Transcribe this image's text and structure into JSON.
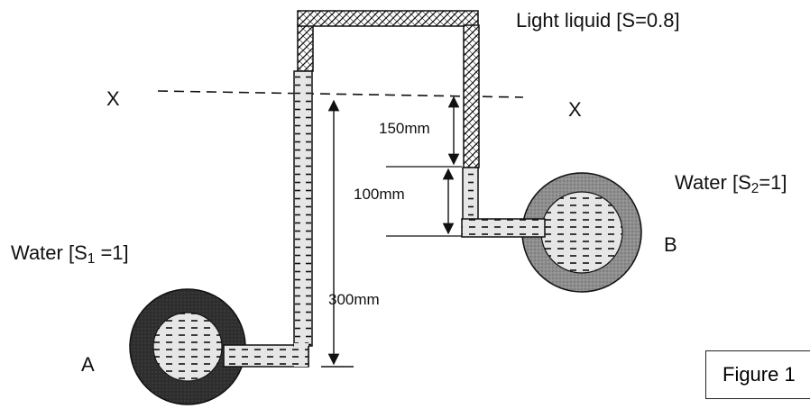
{
  "diagram": {
    "light_liquid_label": "Light liquid [S=0.8]",
    "water_left": {
      "prefix": "Water [S",
      "sub": "1",
      "suffix": " =1]"
    },
    "water_right": {
      "prefix": "Water [S",
      "sub": "2",
      "suffix": "=1]"
    },
    "section_left": "X",
    "section_right": "X",
    "pipe_a": "A",
    "pipe_b": "B",
    "dim_150": "150mm",
    "dim_100": "100mm",
    "dim_300": "300mm",
    "figure_label": "Figure 1"
  },
  "colors": {
    "water_fill": "#e4e4e4",
    "pipe_a_ring": "#2a2a2a",
    "pipe_b_ring": "#8a8a8a",
    "outline": "#111111"
  }
}
